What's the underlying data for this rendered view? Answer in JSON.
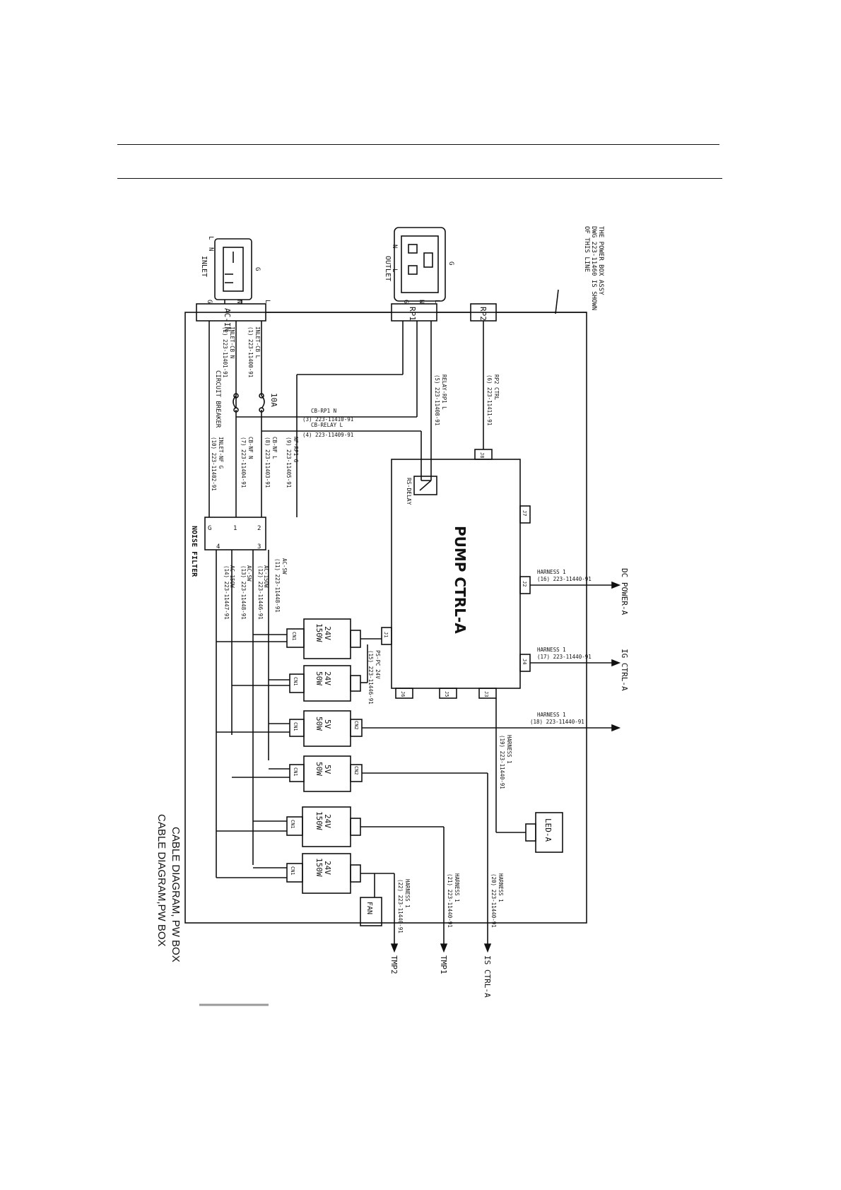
{
  "diagram": {
    "note": [
      "THE POWER BOX ASSY",
      "DWG 223-11460 IS SHOWN",
      "OF THIS LINE"
    ],
    "inlet": {
      "label": "INLET",
      "pins": [
        "G",
        "L",
        "N"
      ]
    },
    "outlet": {
      "label": "OUTLET",
      "pins": [
        "G",
        "N",
        "L"
      ]
    },
    "blocks": {
      "ac_in": "AC-IN",
      "rp1": "RP1",
      "rp2": "RP2",
      "noise_filter": "NOISE FILTER",
      "circuit_breaker": "CIRCUIT BREAKER",
      "breaker_rating": "10A",
      "pump_ctrl": "PUMP CTRL-A",
      "rs_delay": "RS-DELAY",
      "led": "LED-A",
      "fan": "FAN"
    },
    "ac_in_pins": [
      "L",
      "N",
      "G"
    ],
    "rp1_pins": [
      "L",
      "N",
      "G"
    ],
    "nf_pins_top": [
      "2",
      "1",
      "G"
    ],
    "nf_pins_bottom": [
      "3",
      "4"
    ],
    "pump_connectors": [
      "J8",
      "J7",
      "J2",
      "J4",
      "J3",
      "J5",
      "J6",
      "J1"
    ],
    "psus": [
      {
        "volt": "24V",
        "watt": "150W",
        "cn_in": "CN1",
        "cn_out": ""
      },
      {
        "volt": "24V",
        "watt": "50W",
        "cn_in": "CN1",
        "cn_out": ""
      },
      {
        "volt": "5V",
        "watt": "50W",
        "cn_in": "CN1",
        "cn_out": "CN2"
      },
      {
        "volt": "5V",
        "watt": "50W",
        "cn_in": "CN1",
        "cn_out": "CN2"
      },
      {
        "volt": "24V",
        "watt": "150W",
        "cn_in": "CN1",
        "cn_out": ""
      },
      {
        "volt": "24V",
        "watt": "150W",
        "cn_in": "CN1",
        "cn_out": ""
      }
    ],
    "cables": {
      "inlet_cb_l": [
        "INLET-CB L",
        "(1) 223-11400-91"
      ],
      "inlet_cb_n": [
        "INLET-CB N",
        "(2) 223-11401-91"
      ],
      "cb_rp1_n": [
        "CB-RP1 N",
        "(3) 223-11410-91"
      ],
      "cb_relay_l": [
        "CB-RELAY L",
        "(4) 223-11409-91"
      ],
      "relay_rp1_l": [
        "RELAY-RP1 L",
        "(5) 223-11408-91"
      ],
      "rp2_ctrl": [
        "RP2 CTRL",
        "(6) 223-11411-91"
      ],
      "cb_nf_n": [
        "CB-NF N",
        "(7) 223-11404-91"
      ],
      "cb_nf_l": [
        "CB-NF L",
        "(8) 223-11403-91"
      ],
      "nf_rp1_g": [
        "NF-RP1 G",
        "(9) 223-11405-91"
      ],
      "inlet_nf_g": [
        "INLET-NF G",
        "(10) 223-11402-91"
      ],
      "ac_sw_1": [
        "AC-SW",
        "(11) 223-11448-91"
      ],
      "ac_sw_2": [
        "AC-15OW",
        "(12) 223-11446-91"
      ],
      "ac_sw_3": [
        "AC-SW",
        "(13) 223-11448-91"
      ],
      "ac_sw_4": [
        "AC-15OW",
        "(14) 223-11447-91"
      ],
      "ps_pc": [
        "PS-PC 24V",
        "(15) 223-11446-91"
      ],
      "harness_dc": [
        "HARNESS 1",
        "(16) 223-11440-91"
      ],
      "harness_ig": [
        "HARNESS 1",
        "(17) 223-11440-91"
      ],
      "harness_5v": [
        "HARNESS 1",
        "(18) 223-11440-91"
      ],
      "harness_led": [
        "HARNESS 1",
        "(19) 223-11440-91"
      ],
      "harness_is": [
        "HARNESS 1",
        "(20) 223-11440-91"
      ],
      "harness_tmp1": [
        "HARNESS 1",
        "(21) 223-11440-91"
      ],
      "harness_tmp2": [
        "HARNESS 1",
        "(22) 223-11440-91"
      ]
    },
    "outputs": {
      "dc_power": "DC POWER-A",
      "ig_ctrl": "IG CTRL-A",
      "is_ctrl": "IS CTRL-A",
      "tmp1": "TMP1",
      "tmp2": "TMP2"
    },
    "title_line1": "CABLE DIAGRAM, PW BOX",
    "title_line2": "CABLE DIAGRAM,PW BOX"
  }
}
